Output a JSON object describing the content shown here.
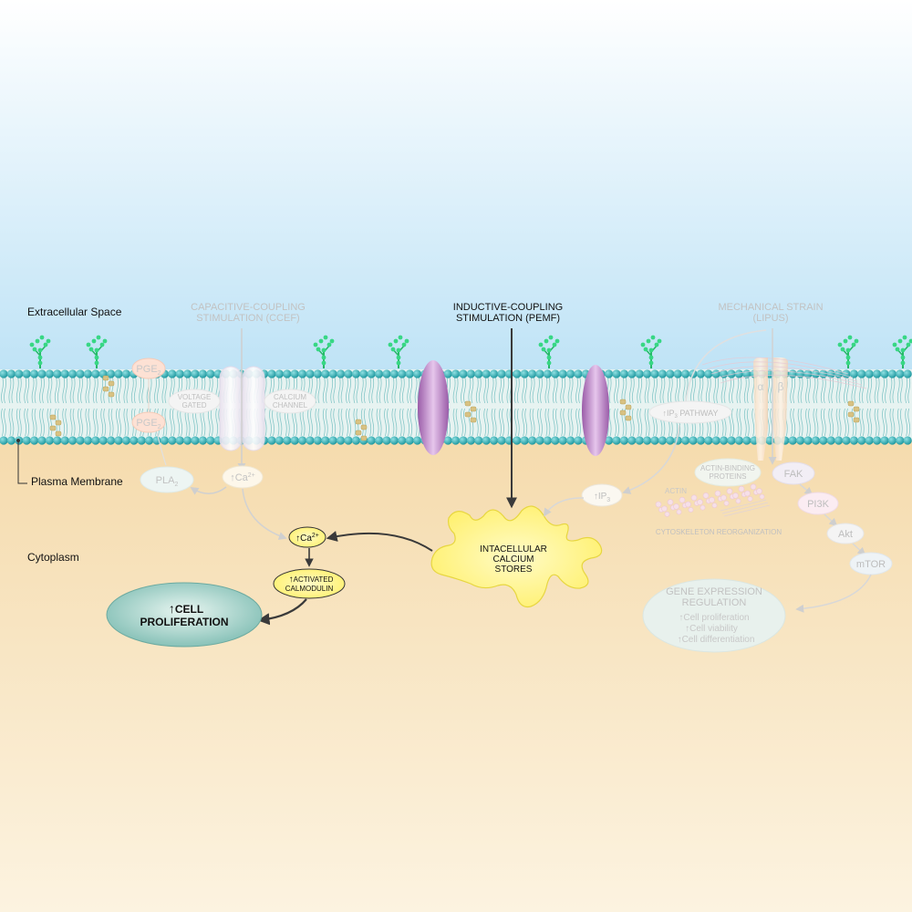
{
  "regions": {
    "extracellular": "Extracellular Space",
    "membrane": "Plasma Membrane",
    "cytoplasm": "Cytoplasm"
  },
  "stimuli": {
    "ccef": {
      "line1": "CAPACITIVE-COUPLING",
      "line2": "STIMULATION (CCEF)"
    },
    "pemf": {
      "line1": "INDUCTIVE-COUPLING",
      "line2": "STIMULATION (PEMF)"
    },
    "lipus": {
      "line1": "MECHANICAL STRAIN",
      "line2": "(LIPUS)"
    }
  },
  "membrane_labels": {
    "pge2": "PGE",
    "pge2_sub": "2",
    "voltage_gated": {
      "line1": "VOLTAGE",
      "line2": "GATED"
    },
    "calcium_channel": {
      "line1": "CALCIUM",
      "line2": "CHANNEL"
    },
    "ip3_pathway": {
      "arrow": "↑",
      "prefix": "IP",
      "sub": "3",
      "suffix": " PATHWAY"
    },
    "integrin_alpha": "α",
    "integrin_beta": "β"
  },
  "nodes": {
    "pla2": {
      "text": "PLA",
      "sub": "2"
    },
    "ca_channel": {
      "arrow": "↑",
      "text": "Ca",
      "sup": "2+"
    },
    "ca_main": {
      "arrow": "↑",
      "text": "Ca",
      "sup": "2+"
    },
    "calmodulin": {
      "arrow": "↑",
      "line1": "ACTIVATED",
      "line2": "CALMODULIN"
    },
    "cell_proliferation": {
      "arrow": "↑",
      "line1": "CELL",
      "line2": "PROLIFERATION"
    },
    "calcium_stores": {
      "line1": "INTACELLULAR",
      "line2": "CALCIUM",
      "line3": "STORES"
    },
    "ip3": {
      "arrow": "↑",
      "text": "IP",
      "sub": "3"
    },
    "actin_binding": {
      "line1": "ACTIN-BINDING",
      "line2": "PROTEINS"
    },
    "actin": "ACTIN",
    "cytoskeleton": "CYTOSKELETON REORGANIZATION",
    "fak": "FAK",
    "pi3k": "PI3K",
    "akt": "Akt",
    "mtor": "mTOR",
    "gene_expression": {
      "line1": "GENE EXPRESSION",
      "line2": "REGULATION",
      "items": [
        "↑Cell proliferation",
        "↑Cell viability",
        "↑Cell differentiation"
      ]
    }
  },
  "colors": {
    "sky_top": "#ffffff",
    "sky_bottom": "#bfe3f6",
    "cytoplasm_top": "#f6ddb0",
    "cytoplasm_bottom": "#fbf1dc",
    "lipid_head": "#26a7ae",
    "lipid_tail": "#7fc6c8",
    "glycan": "#2fd079",
    "purple_channel": "#b77cc2",
    "yellow": "#fff58a",
    "teal_cell": "#9fd0c6",
    "faded_text": "#bdbdbd",
    "dark_text": "#111111",
    "arrow_dark": "#444444",
    "arrow_faded": "#d0d0d0"
  }
}
